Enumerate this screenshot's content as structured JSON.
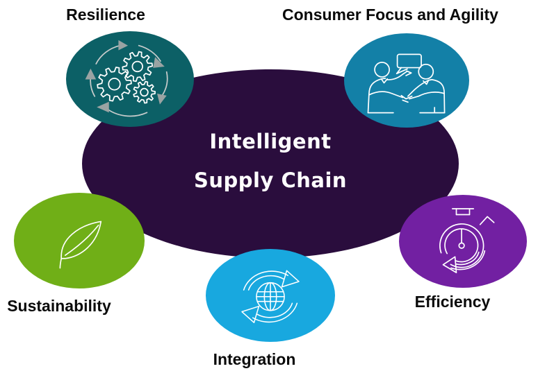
{
  "title": {
    "line1": "Intelligent",
    "line2": "Supply Chain"
  },
  "nodes": [
    {
      "id": "resilience",
      "label": "Resilience",
      "color": "#0c6066",
      "icon": "gears-cycle-icon"
    },
    {
      "id": "consumer-focus",
      "label": "Consumer Focus and Agility",
      "color": "#1380a7",
      "icon": "handshake-chat-icon"
    },
    {
      "id": "sustainability",
      "label": "Sustainability",
      "color": "#70af17",
      "icon": "leaf-icon"
    },
    {
      "id": "integration",
      "label": "Integration",
      "color": "#18a8df",
      "icon": "globe-sync-icon"
    },
    {
      "id": "efficiency",
      "label": "Efficiency",
      "color": "#7220a2",
      "icon": "stopwatch-icon"
    }
  ],
  "colors": {
    "center": "#2a0d3d",
    "title_text": "#ffffff",
    "label_text": "#0a0a0a",
    "icon_stroke": "#ffffff",
    "cycle_arrow": "#c6cbcb",
    "background": "#ffffff"
  }
}
